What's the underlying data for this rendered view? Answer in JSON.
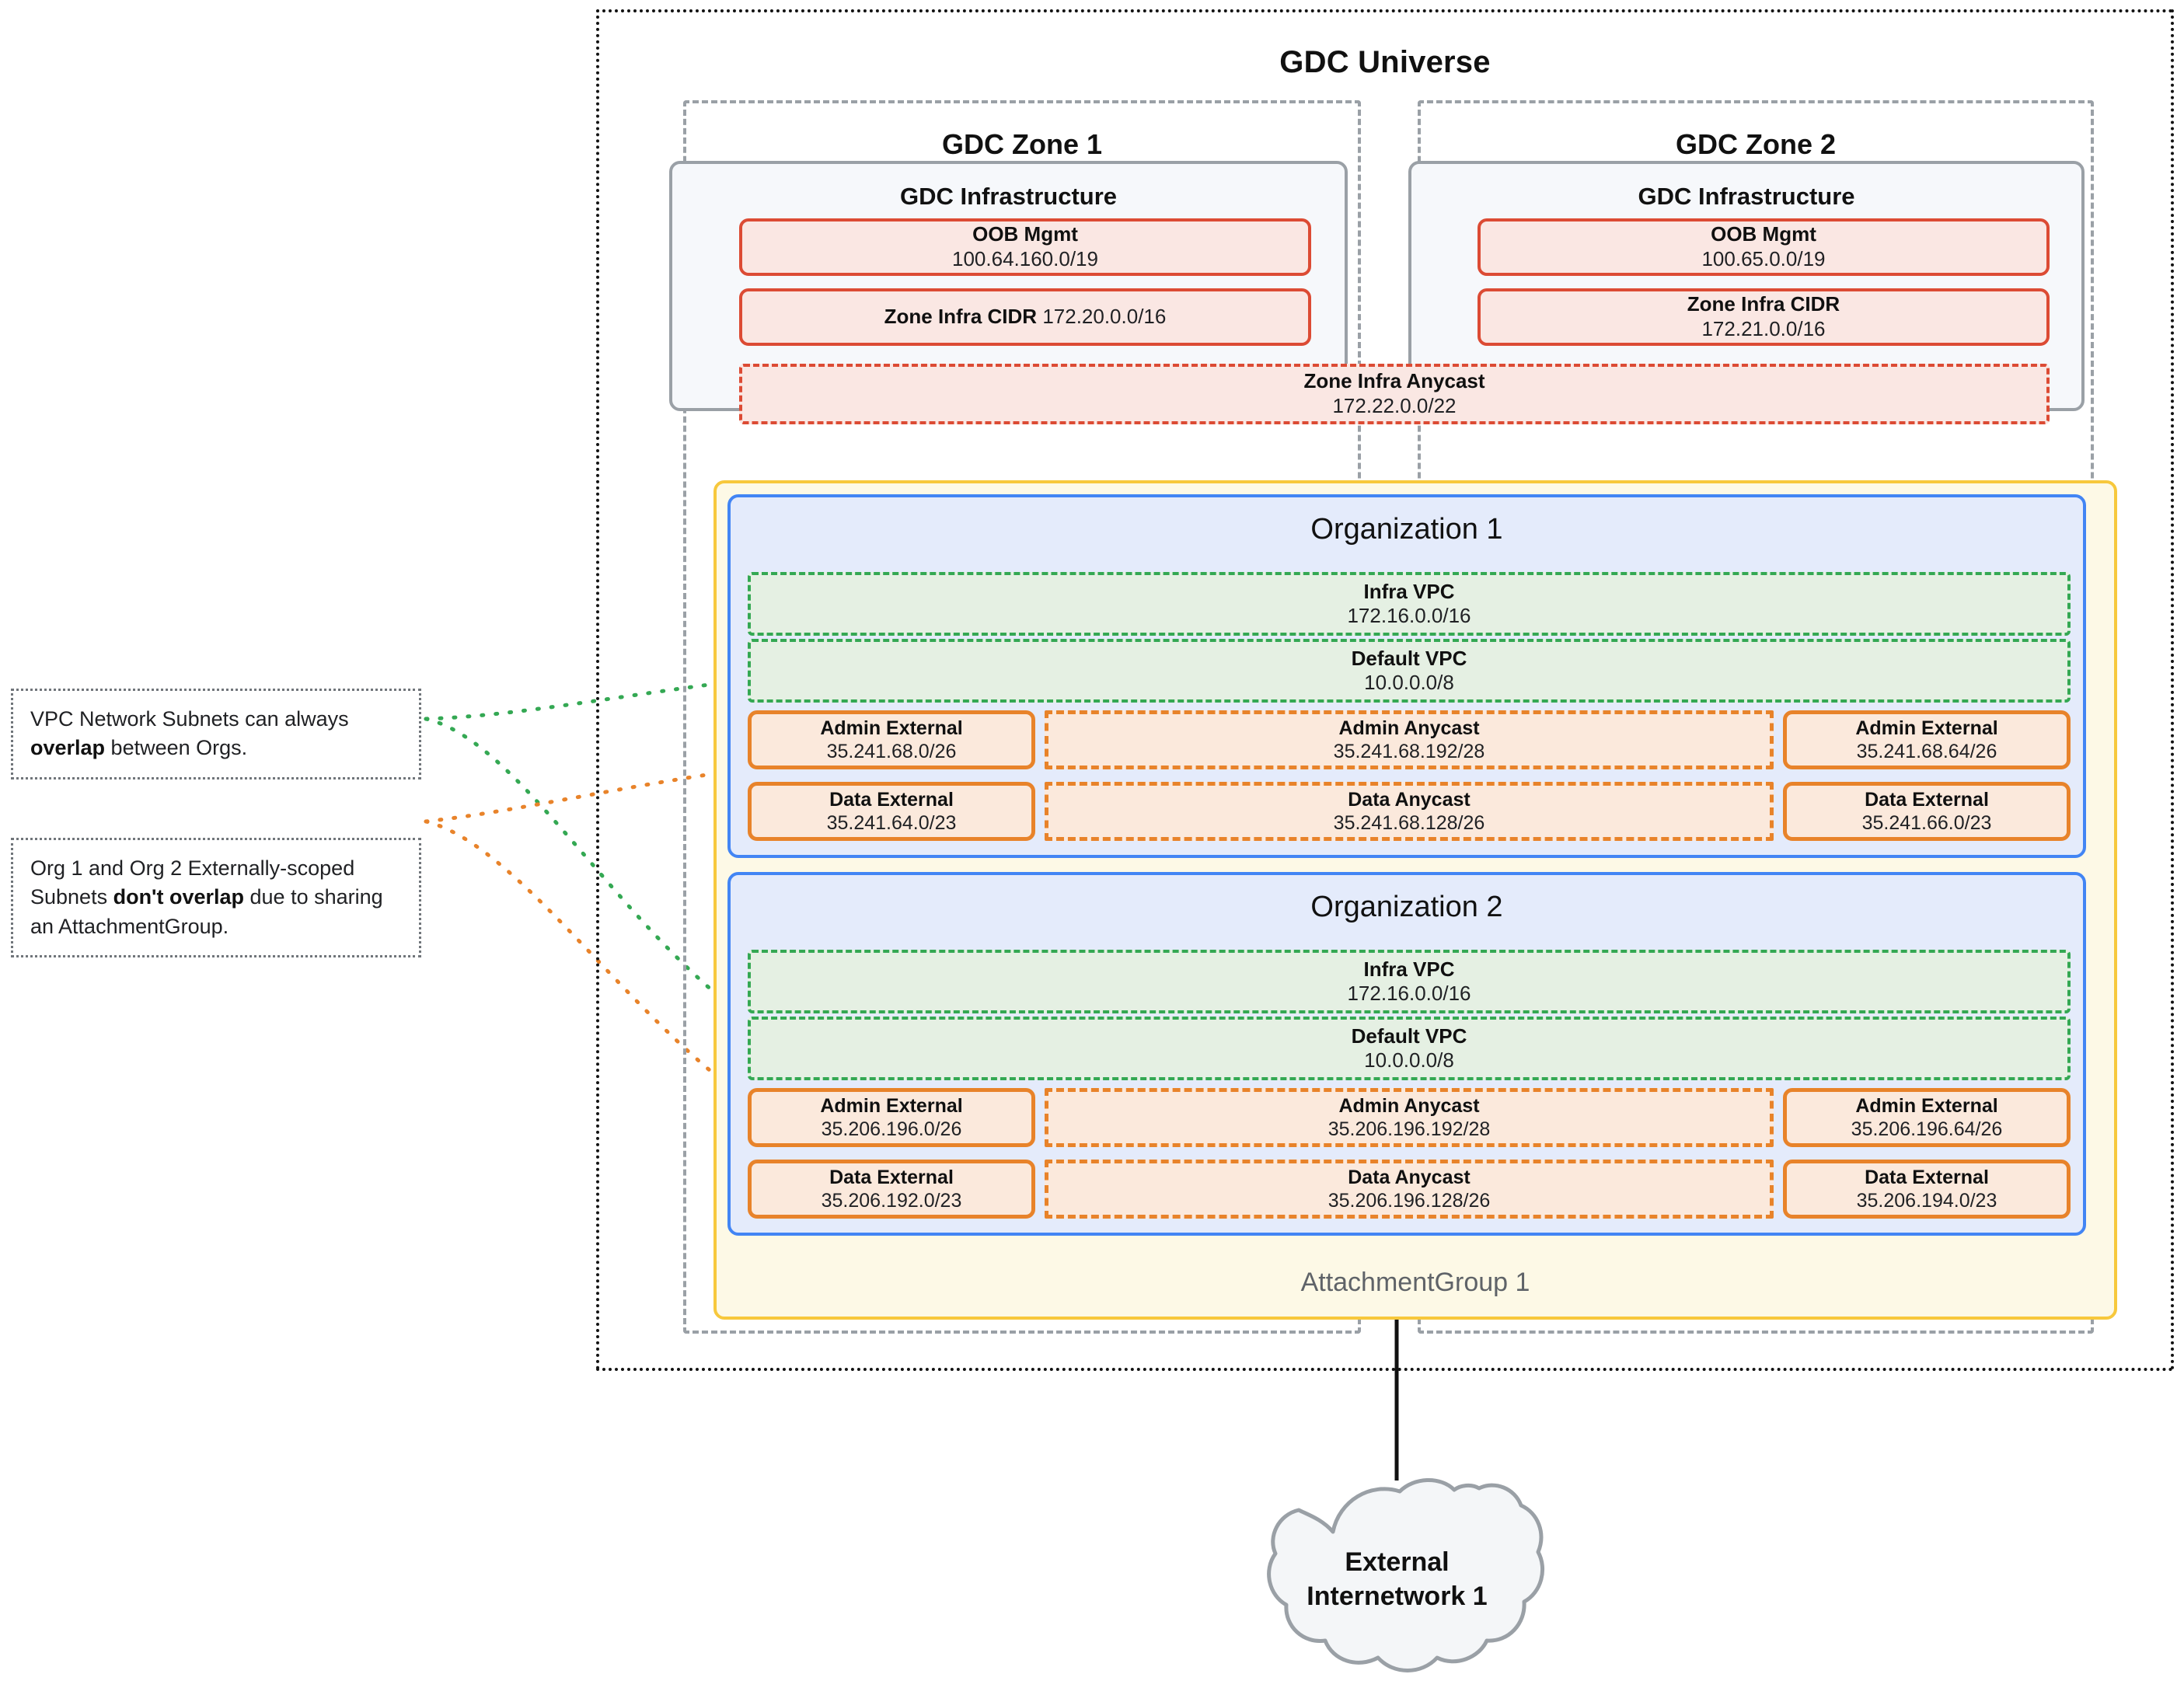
{
  "universe": {
    "title": "GDC Universe"
  },
  "zones": [
    {
      "title": "GDC Zone 1",
      "infra": {
        "title": "GDC Infrastructure",
        "oob": {
          "name": "OOB Mgmt",
          "cidr": "100.64.160.0/19"
        },
        "zone_infra_cidr": {
          "name": "Zone Infra CIDR",
          "cidr": "172.20.0.0/16",
          "inline": true
        }
      }
    },
    {
      "title": "GDC Zone 2",
      "infra": {
        "title": "GDC Infrastructure",
        "oob": {
          "name": "OOB Mgmt",
          "cidr": "100.65.0.0/19"
        },
        "zone_infra_cidr": {
          "name": "Zone Infra CIDR",
          "cidr": "172.21.0.0/16",
          "inline": false
        }
      }
    }
  ],
  "zone_infra_anycast": {
    "name": "Zone Infra Anycast",
    "cidr": "172.22.0.0/22"
  },
  "attachment_group": {
    "label": "AttachmentGroup 1"
  },
  "organizations": [
    {
      "title": "Organization 1",
      "vpcs": [
        {
          "name": "Infra VPC",
          "cidr": "172.16.0.0/16"
        },
        {
          "name": "Default VPC",
          "cidr": "10.0.0.0/8"
        }
      ],
      "subnets": {
        "admin_left": {
          "name": "Admin External",
          "cidr": "35.241.68.0/26"
        },
        "admin_center": {
          "name": "Admin Anycast",
          "cidr": "35.241.68.192/28"
        },
        "admin_right": {
          "name": "Admin External",
          "cidr": "35.241.68.64/26"
        },
        "data_left": {
          "name": "Data External",
          "cidr": "35.241.64.0/23"
        },
        "data_center": {
          "name": "Data Anycast",
          "cidr": "35.241.68.128/26"
        },
        "data_right": {
          "name": "Data External",
          "cidr": "35.241.66.0/23"
        }
      }
    },
    {
      "title": "Organization 2",
      "vpcs": [
        {
          "name": "Infra VPC",
          "cidr": "172.16.0.0/16"
        },
        {
          "name": "Default VPC",
          "cidr": "10.0.0.0/8"
        }
      ],
      "subnets": {
        "admin_left": {
          "name": "Admin External",
          "cidr": "35.206.196.0/26"
        },
        "admin_center": {
          "name": "Admin Anycast",
          "cidr": "35.206.196.192/28"
        },
        "admin_right": {
          "name": "Admin External",
          "cidr": "35.206.196.64/26"
        },
        "data_left": {
          "name": "Data External",
          "cidr": "35.206.192.0/23"
        },
        "data_center": {
          "name": "Data Anycast",
          "cidr": "35.206.196.128/26"
        },
        "data_right": {
          "name": "Data External",
          "cidr": "35.206.194.0/23"
        }
      }
    }
  ],
  "notes": [
    {
      "prefix": "VPC Network Subnets can always ",
      "emphasis": "overlap",
      "suffix": " between Orgs."
    },
    {
      "prefix": "Org 1 and Org 2 Externally-scoped Subnets ",
      "emphasis": "don't overlap",
      "suffix": " due to sharing an AttachmentGroup."
    }
  ],
  "external_network": {
    "line1": "External",
    "line2": "Internetwork 1"
  },
  "colors": {
    "universe_border": "#121212",
    "zone_border": "#9aa0a6",
    "infra_fill": "#f6f8fb",
    "red_border": "#dc4b34",
    "red_fill": "#fae7e3",
    "org_fill": "#e4ebfb",
    "org_border": "#4285f4",
    "vpc_border": "#34a853",
    "vpc_fill": "#e5f0e3",
    "subnet_border": "#e8832a",
    "subnet_fill": "#fbe9dc",
    "attachgroup_border": "#f7c83c",
    "attachgroup_fill": "#fdf9e6",
    "cloud_fill": "#f4f6f8",
    "cloud_border": "#9aa0a6"
  }
}
